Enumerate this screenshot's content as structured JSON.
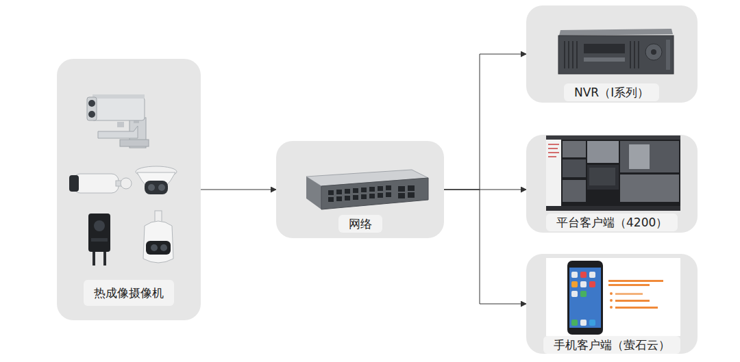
{
  "diagram": {
    "nodes": [
      {
        "text": [
          "热成像摄像机"
        ]
      },
      {
        "text": [
          "网络"
        ]
      },
      {
        "text": [
          "NVR（I系列）"
        ]
      },
      {
        "text": [
          "平台客户端（4200）"
        ]
      },
      {
        "text": [
          "手机客户端（萤石云）"
        ]
      }
    ],
    "edges": [
      {
        "from": 0,
        "to": 1,
        "arrow": "to"
      },
      {
        "from": 1,
        "to": 2,
        "arrow": "to"
      },
      {
        "from": 1,
        "to": 3,
        "arrow": "to"
      },
      {
        "from": 1,
        "to": 4,
        "arrow": "to"
      }
    ]
  }
}
